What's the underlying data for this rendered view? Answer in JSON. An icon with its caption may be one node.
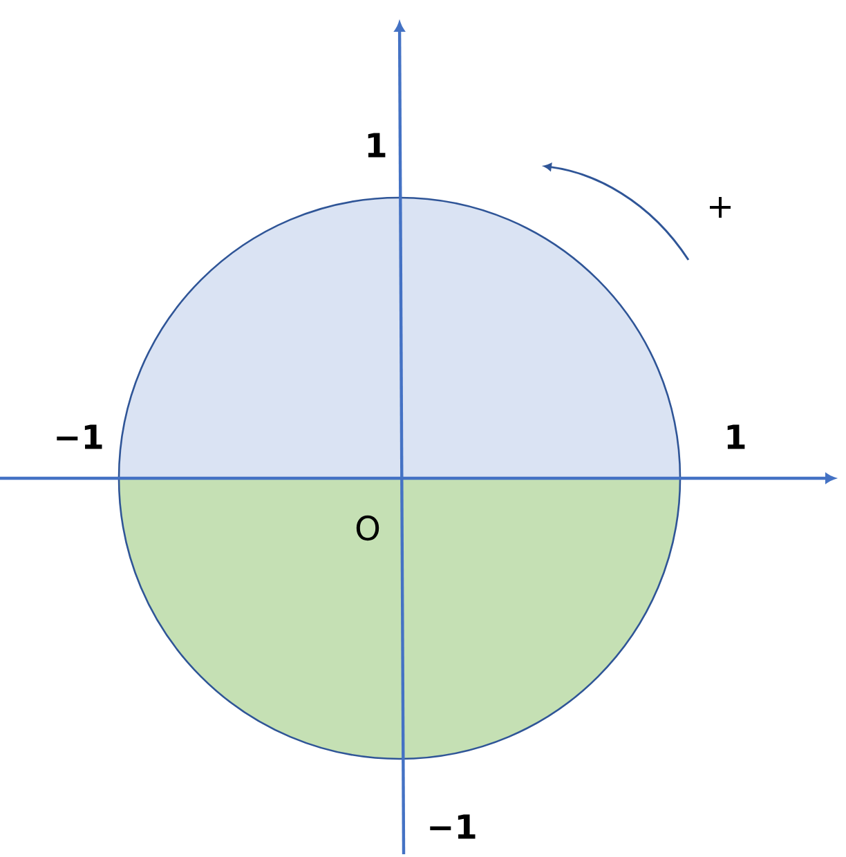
{
  "diagram": {
    "labels": [
      "1",
      "+",
      "−1",
      "1",
      "O",
      "−1"
    ]
  }
}
